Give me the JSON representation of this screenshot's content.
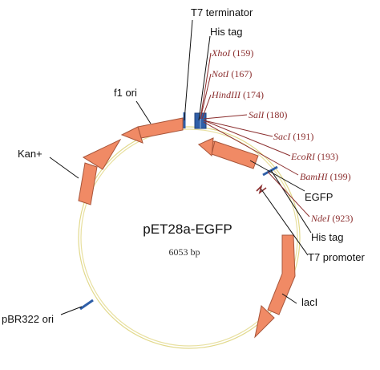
{
  "plasmid": {
    "name": "pET28a-EGFP",
    "size": "6053 bp"
  },
  "features": {
    "t7_terminator": "T7 terminator",
    "his_tag_top": "His tag",
    "f1_ori": "f1 ori",
    "kan": "Kan+",
    "egfp": "EGFP",
    "his_tag_bottom": "His tag",
    "t7_promoter": "T7 promoter",
    "laci": "lacI",
    "pbr322_ori": "pBR322 ori"
  },
  "sites": [
    {
      "enzyme": "XhoI",
      "position": "(159)"
    },
    {
      "enzyme": "NotI",
      "position": "(167)"
    },
    {
      "enzyme": "HindIII",
      "position": "(174)"
    },
    {
      "enzyme": "SalI",
      "position": "(180)"
    },
    {
      "enzyme": "SacI",
      "position": "(191)"
    },
    {
      "enzyme": "EcoRI",
      "position": "(193)"
    },
    {
      "enzyme": "BamHI",
      "position": "(199)"
    },
    {
      "enzyme": "NdeI",
      "position": "(923)"
    }
  ],
  "colors": {
    "arrow_fill": "#F08A65",
    "arrow_stroke": "#A8553A",
    "backbone": "#E8E0A0",
    "marker": "#2F5FA8",
    "site_text": "#8B2E2E",
    "promoter": "#8B2E2E"
  }
}
